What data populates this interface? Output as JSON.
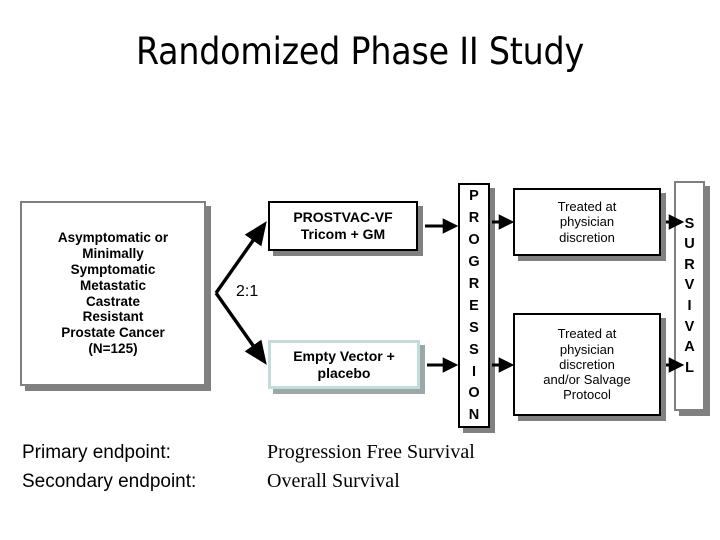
{
  "slide": {
    "title": "Randomized Phase II Study",
    "background_color": "#ffffff"
  },
  "colors": {
    "text": "#000000",
    "grey_border": "#808080",
    "black_border": "#000000",
    "teal_border": "#c3dcdc",
    "shadow": "#808080",
    "box_fill": "#ffffff"
  },
  "diagram": {
    "eligibility": {
      "name": "eligibility-criteria-box",
      "lines": [
        "Asymptomatic or",
        "Minimally",
        "Symptomatic",
        "Metastatic",
        "Castrate",
        "Resistant",
        "Prostate Cancer",
        "(N=125)"
      ]
    },
    "randomization": {
      "ratio_label": "2:1"
    },
    "arm_a": {
      "name": "treatment-arm-prostvac",
      "lines": [
        "PROSTVAC-VF",
        "Tricom + GM"
      ]
    },
    "arm_b": {
      "name": "control-arm-placebo",
      "lines": [
        "Empty Vector +",
        "placebo"
      ]
    },
    "progression": {
      "name": "progression-column",
      "word": "PROGRESSION",
      "letters": [
        "P",
        "R",
        "O",
        "G",
        "R",
        "E",
        "S",
        "S",
        "I",
        "O",
        "N"
      ]
    },
    "post_progression_top": {
      "name": "post-progression-treatment-arm-a",
      "lines": [
        "Treated at",
        "physician",
        "discretion"
      ]
    },
    "post_progression_bottom": {
      "name": "post-progression-treatment-arm-b",
      "lines": [
        "Treated at",
        "physician",
        "discretion",
        "and/or Salvage",
        "Protocol"
      ]
    },
    "survival": {
      "name": "survival-column",
      "word": "SURVIVAL",
      "letters": [
        "S",
        "U",
        "R",
        "V",
        "I",
        "V",
        "A",
        "L"
      ]
    }
  },
  "endpoints": [
    {
      "label": "Primary endpoint:",
      "value": "Progression Free Survival"
    },
    {
      "label": "Secondary endpoint:",
      "value": "Overall Survival"
    }
  ]
}
